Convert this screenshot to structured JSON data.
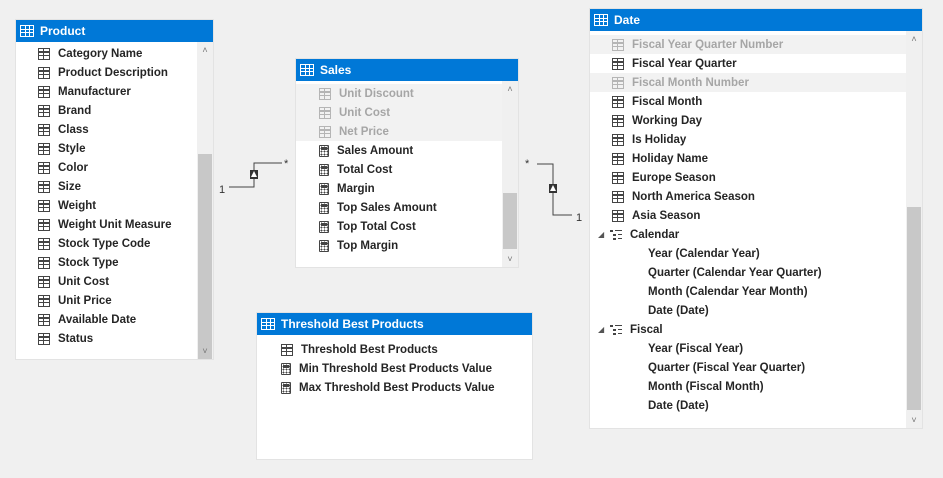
{
  "product": {
    "title": "Product",
    "fields": [
      "Category Name",
      "Product Description",
      "Manufacturer",
      "Brand",
      "Class",
      "Style",
      "Color",
      "Size",
      "Weight",
      "Weight Unit Measure",
      "Stock Type Code",
      "Stock Type",
      "Unit Cost",
      "Unit Price",
      "Available Date",
      "Status"
    ]
  },
  "sales": {
    "title": "Sales",
    "hidden_fields": [
      "Unit Discount",
      "Unit Cost",
      "Net Price"
    ],
    "measures": [
      "Sales Amount",
      "Total Cost",
      "Margin",
      "Top Sales Amount",
      "Top Total Cost",
      "Top Margin"
    ]
  },
  "threshold": {
    "title": "Threshold Best Products",
    "items": [
      "Threshold Best Products",
      "Min Threshold Best Products Value",
      "Max Threshold Best Products Value"
    ]
  },
  "date": {
    "title": "Date",
    "rows": [
      {
        "label": "Fiscal Year Quarter Number",
        "kind": "column",
        "dim": true
      },
      {
        "label": "Fiscal Year Quarter",
        "kind": "column",
        "dim": false
      },
      {
        "label": "Fiscal Month Number",
        "kind": "column",
        "dim": true
      },
      {
        "label": "Fiscal Month",
        "kind": "column",
        "dim": false
      },
      {
        "label": "Working Day",
        "kind": "column",
        "dim": false
      },
      {
        "label": "Is Holiday",
        "kind": "column",
        "dim": false
      },
      {
        "label": "Holiday Name",
        "kind": "column",
        "dim": false
      },
      {
        "label": "Europe Season",
        "kind": "column",
        "dim": false
      },
      {
        "label": "North America Season",
        "kind": "column",
        "dim": false
      },
      {
        "label": "Asia Season",
        "kind": "column",
        "dim": false
      },
      {
        "label": "Calendar",
        "kind": "hierarchy",
        "dim": false
      },
      {
        "label": "Year  (Calendar Year)",
        "kind": "level",
        "dim": false
      },
      {
        "label": "Quarter  (Calendar Year Quarter)",
        "kind": "level",
        "dim": false
      },
      {
        "label": "Month  (Calendar Year Month)",
        "kind": "level",
        "dim": false
      },
      {
        "label": "Date  (Date)",
        "kind": "level",
        "dim": false
      },
      {
        "label": "Fiscal",
        "kind": "hierarchy",
        "dim": false
      },
      {
        "label": "Year  (Fiscal Year)",
        "kind": "level",
        "dim": false
      },
      {
        "label": "Quarter  (Fiscal Year Quarter)",
        "kind": "level",
        "dim": false
      },
      {
        "label": "Month  (Fiscal Month)",
        "kind": "level",
        "dim": false
      },
      {
        "label": "Date  (Date)",
        "kind": "level",
        "dim": false
      }
    ]
  },
  "relationships": {
    "product_sales": {
      "one": "1",
      "many": "*"
    },
    "sales_date": {
      "many": "*",
      "one": "1"
    }
  }
}
